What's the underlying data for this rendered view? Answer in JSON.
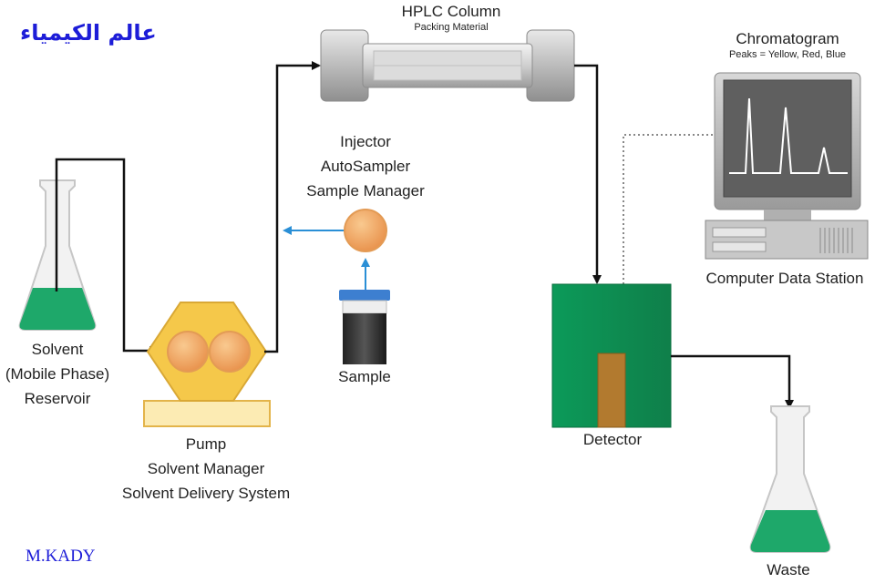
{
  "brand_title": "عالم الكيمياء",
  "author": "M.KADY",
  "column": {
    "title": "HPLC Column",
    "subtitle": "Packing Material"
  },
  "chromatogram": {
    "title": "Chromatogram",
    "subtitle": "Peaks = Yellow, Red, Blue"
  },
  "computer": {
    "label": "Computer Data Station"
  },
  "solvent": {
    "lines": [
      "Solvent",
      "(Mobile Phase)",
      "Reservoir"
    ]
  },
  "pump": {
    "lines": [
      "Pump",
      "Solvent Manager",
      "Solvent Delivery System"
    ]
  },
  "injector": {
    "lines": [
      "Injector",
      "AutoSampler",
      "Sample Manager"
    ]
  },
  "sample": {
    "label": "Sample"
  },
  "detector": {
    "label": "Detector"
  },
  "waste": {
    "label": "Waste"
  },
  "colors": {
    "brand": "#1d1dd8",
    "liquid": "#1ea86a",
    "detector": "#0f9a5a",
    "pump": "#f5c84a",
    "injector": "#f2a565",
    "flow_arrow": "#2a8fd6"
  }
}
